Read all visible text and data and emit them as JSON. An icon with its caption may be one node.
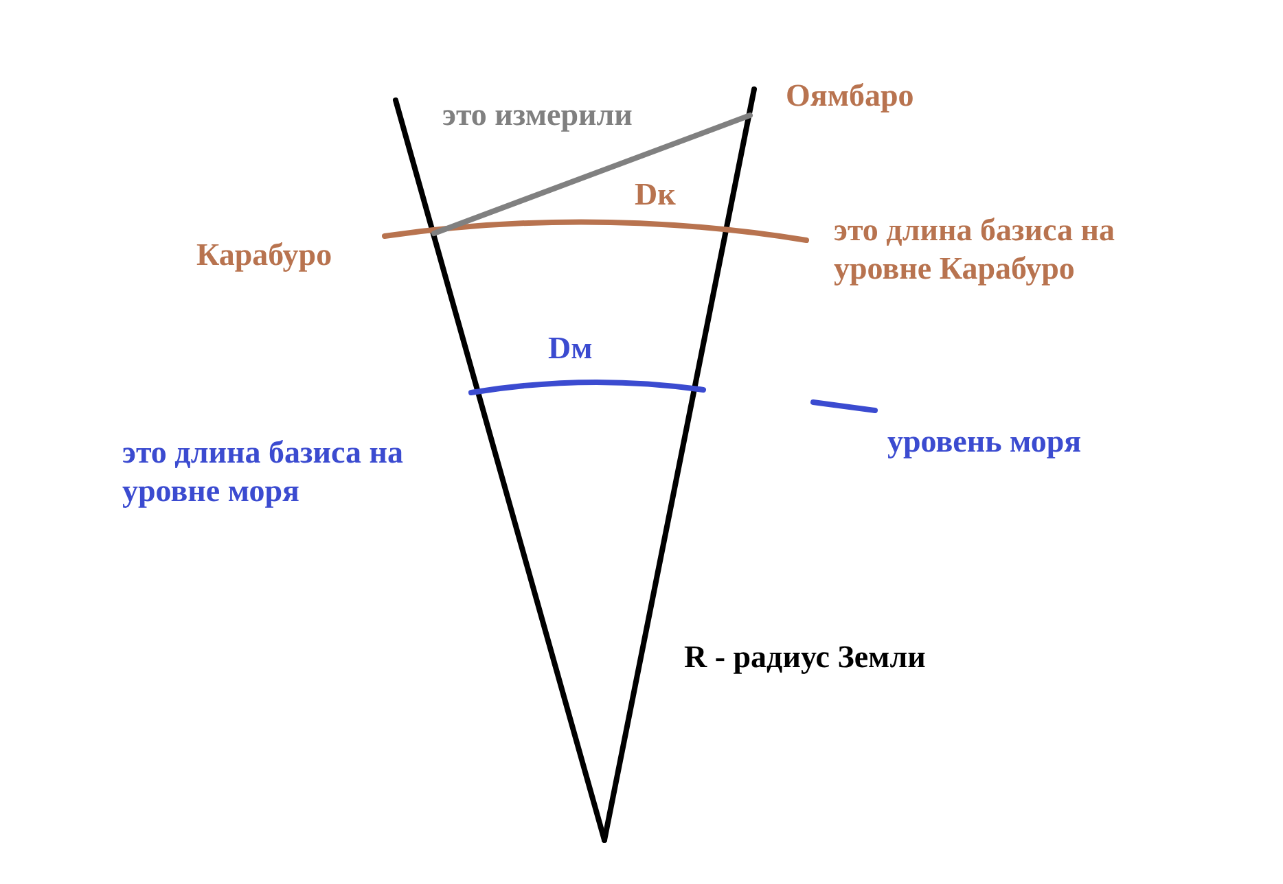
{
  "diagram": {
    "nodes": [
      {
        "text": [
          "Оямбаро"
        ]
      },
      {
        "text": [
          "Карабуро"
        ]
      }
    ],
    "edges": [
      {
        "from": 1,
        "to": 0,
        "arrow": "none",
        "label": "это измерили",
        "color": "#808080"
      }
    ],
    "labels": [
      "Dк",
      "это длина базиса на уровне Карабуро",
      "Dм",
      "это длина базиса на уровне моря",
      "уровень моря",
      "R - радиус Земли"
    ]
  }
}
